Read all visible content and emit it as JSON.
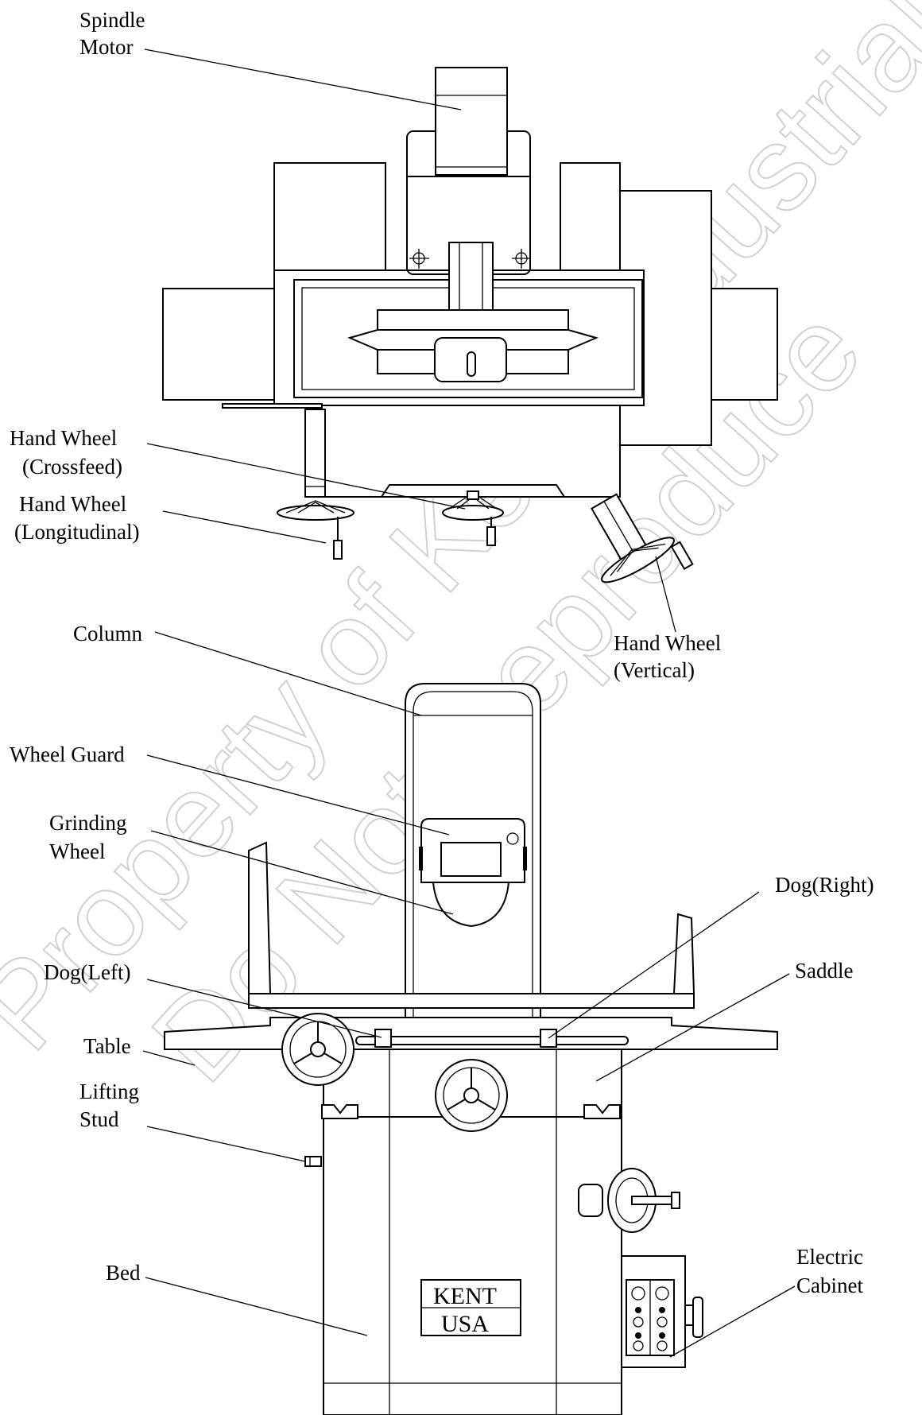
{
  "labels": {
    "spindle_motor_1": "Spindle",
    "spindle_motor_2": "Motor",
    "hand_wheel_crossfeed_1": "Hand Wheel",
    "hand_wheel_crossfeed_2": "(Crossfeed)",
    "hand_wheel_longitudinal_1": "Hand Wheel",
    "hand_wheel_longitudinal_2": "(Longitudinal)",
    "hand_wheel_vertical_1": "Hand Wheel",
    "hand_wheel_vertical_2": "(Vertical)",
    "column": "Column",
    "wheel_guard": "Wheel Guard",
    "grinding_wheel_1": "Grinding",
    "grinding_wheel_2": "Wheel",
    "dog_right": "Dog(Right)",
    "dog_left": "Dog(Left)",
    "saddle": "Saddle",
    "table": "Table",
    "lifting_stud_1": "Lifting",
    "lifting_stud_2": "Stud",
    "electric_cabinet_1": "Electric",
    "electric_cabinet_2": "Cabinet",
    "bed": "Bed"
  },
  "watermark": {
    "line_1": "Property of Kent Industrial",
    "line_2": "Do Not Reproduce"
  },
  "nameplate": {
    "line_1": "KENT",
    "line_2": "USA"
  }
}
